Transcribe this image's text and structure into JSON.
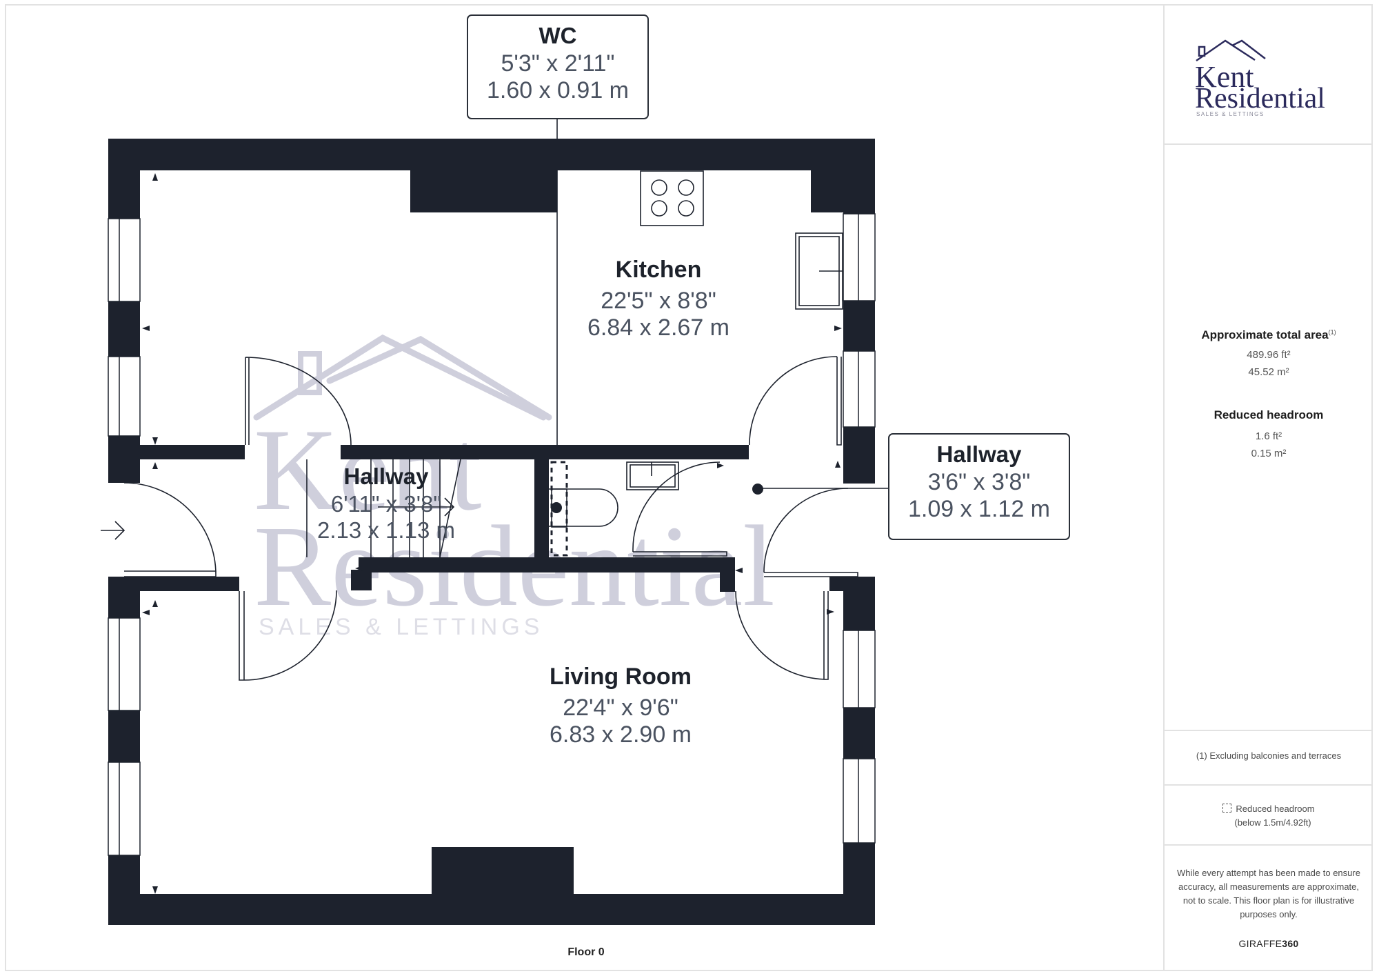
{
  "brand": {
    "name_line1": "Kent",
    "name_line2": "Residential",
    "tagline": "SALES & LETTINGS",
    "color": "#2b2a5c"
  },
  "watermark": {
    "line1": "Kent",
    "line2": "Residential",
    "tagline": "SALES & LETTINGS",
    "color": "#cfcfdc"
  },
  "rooms": [
    {
      "id": "wc",
      "name": "WC",
      "dim_imperial": "5'3\" x 2'11\"",
      "dim_metric": "1.60 x 0.91 m",
      "callout": true
    },
    {
      "id": "kitchen",
      "name": "Kitchen",
      "dim_imperial": "22'5\" x 8'8\"",
      "dim_metric": "6.84 x 2.67 m",
      "callout": false
    },
    {
      "id": "hallway-main",
      "name": "Hallway",
      "dim_imperial": "6'11\" x 3'8\"",
      "dim_metric": "2.13 x 1.13 m",
      "callout": false
    },
    {
      "id": "hallway-small",
      "name": "Hallway",
      "dim_imperial": "3'6\" x 3'8\"",
      "dim_metric": "1.09 x 1.12 m",
      "callout": true
    },
    {
      "id": "living",
      "name": "Living Room",
      "dim_imperial": "22'4\" x 9'6\"",
      "dim_metric": "6.83 x 2.90 m",
      "callout": false
    }
  ],
  "floor_label": "Floor 0",
  "summary": {
    "total_area_heading": "Approximate total area",
    "total_area_footnote_mark": "(1)",
    "total_area_ft": "489.96 ft²",
    "total_area_m": "45.52 m²",
    "reduced_headroom_heading": "Reduced headroom",
    "reduced_headroom_ft": "1.6 ft²",
    "reduced_headroom_m": "0.15 m²"
  },
  "footnote": "(1) Excluding balconies and terraces",
  "legend": {
    "icon": "dashed-box-icon",
    "line1": "Reduced headroom",
    "line2": "(below 1.5m/4.92ft)"
  },
  "disclaimer": "While every attempt has been made to ensure accuracy, all measurements are approximate, not to scale. This floor plan is for illustrative purposes only.",
  "provider": {
    "prefix": "GIRAFFE",
    "suffix": "360"
  },
  "colors": {
    "wall": "#1d222d",
    "line": "#1d222d",
    "text_dim": "#4a5260",
    "border": "#e2e2e2"
  }
}
